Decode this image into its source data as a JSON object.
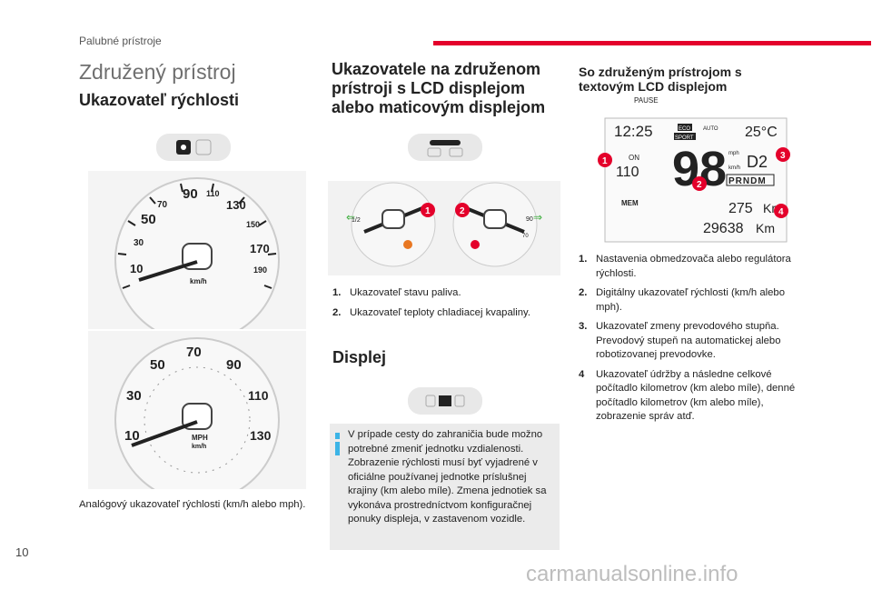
{
  "header": {
    "section_label": "Palubné prístroje",
    "page_number": "10",
    "watermark": "carmanualsonline.info"
  },
  "colors": {
    "accent": "#e4002b",
    "note_marker": "#3cb4e6",
    "note_bg": "#ebebeb"
  },
  "col1": {
    "title": "Združený prístroj",
    "subtitle": "Ukazovateľ rýchlosti",
    "gauge1": {
      "ticks": [
        "10",
        "30",
        "50",
        "70",
        "90",
        "110",
        "130",
        "150",
        "170",
        "190"
      ],
      "unit": "km/h"
    },
    "gauge2": {
      "ticks": [
        "10",
        "30",
        "50",
        "70",
        "90",
        "110",
        "130"
      ],
      "unit_top": "MPH",
      "unit_bottom": "km/h"
    },
    "caption": "Analógový ukazovateľ rýchlosti (km/h alebo mph)."
  },
  "col2": {
    "title": "Ukazovatele na združenom prístroji s LCD displejom alebo maticovým displejom",
    "cluster": {
      "callout1": "1",
      "callout2": "2",
      "left_scale_half": "1/2",
      "right_scale_90": "90",
      "right_scale_70": "70"
    },
    "items": [
      {
        "num": "1.",
        "text": "Ukazovateľ stavu paliva."
      },
      {
        "num": "2.",
        "text": "Ukazovateľ teploty chladiacej kvapaliny."
      }
    ],
    "display_title": "Displej",
    "note": "V prípade cesty do zahraničia bude možno potrebné zmeniť jednotku vzdialenosti. Zobrazenie rýchlosti musí byť vyjadrené v oficiálne používanej jednotke príslušnej krajiny (km alebo míle). Zmena jednotiek sa vykonáva prostredníctvom konfiguračnej ponuky displeja, v zastavenom vozidle."
  },
  "col3": {
    "title": "So združeným prístrojom s textovým LCD displejom",
    "lcd": {
      "pause": "PAUSE",
      "time": "12:25",
      "eco": "ECO",
      "sport": "SPORT",
      "auto": "AUTO",
      "temp": "25°C",
      "on": "ON",
      "limit": "110",
      "speed": "98",
      "mph": "mph",
      "kmh": "km/h",
      "gear": "D2",
      "gears": "PRNDM",
      "mem": "MEM",
      "range": "275",
      "range_unit": "Km",
      "odometer": "29638",
      "odo_unit": "Km",
      "callouts": [
        "1",
        "2",
        "3",
        "4"
      ]
    },
    "items": [
      {
        "num": "1.",
        "text": "Nastavenia obmedzovača alebo regulátora rýchlosti."
      },
      {
        "num": "2.",
        "text": "Digitálny ukazovateľ rýchlosti (km/h alebo mph)."
      },
      {
        "num": "3.",
        "text": "Ukazovateľ zmeny prevodového stupňa. Prevodový stupeň na automatickej alebo robotizovanej prevodovke."
      },
      {
        "num": "4",
        "text": "Ukazovateľ údržby a následne celkové počítadlo kilometrov (km alebo míle), denné počítadlo kilometrov (km alebo míle), zobrazenie správ atď."
      }
    ]
  }
}
